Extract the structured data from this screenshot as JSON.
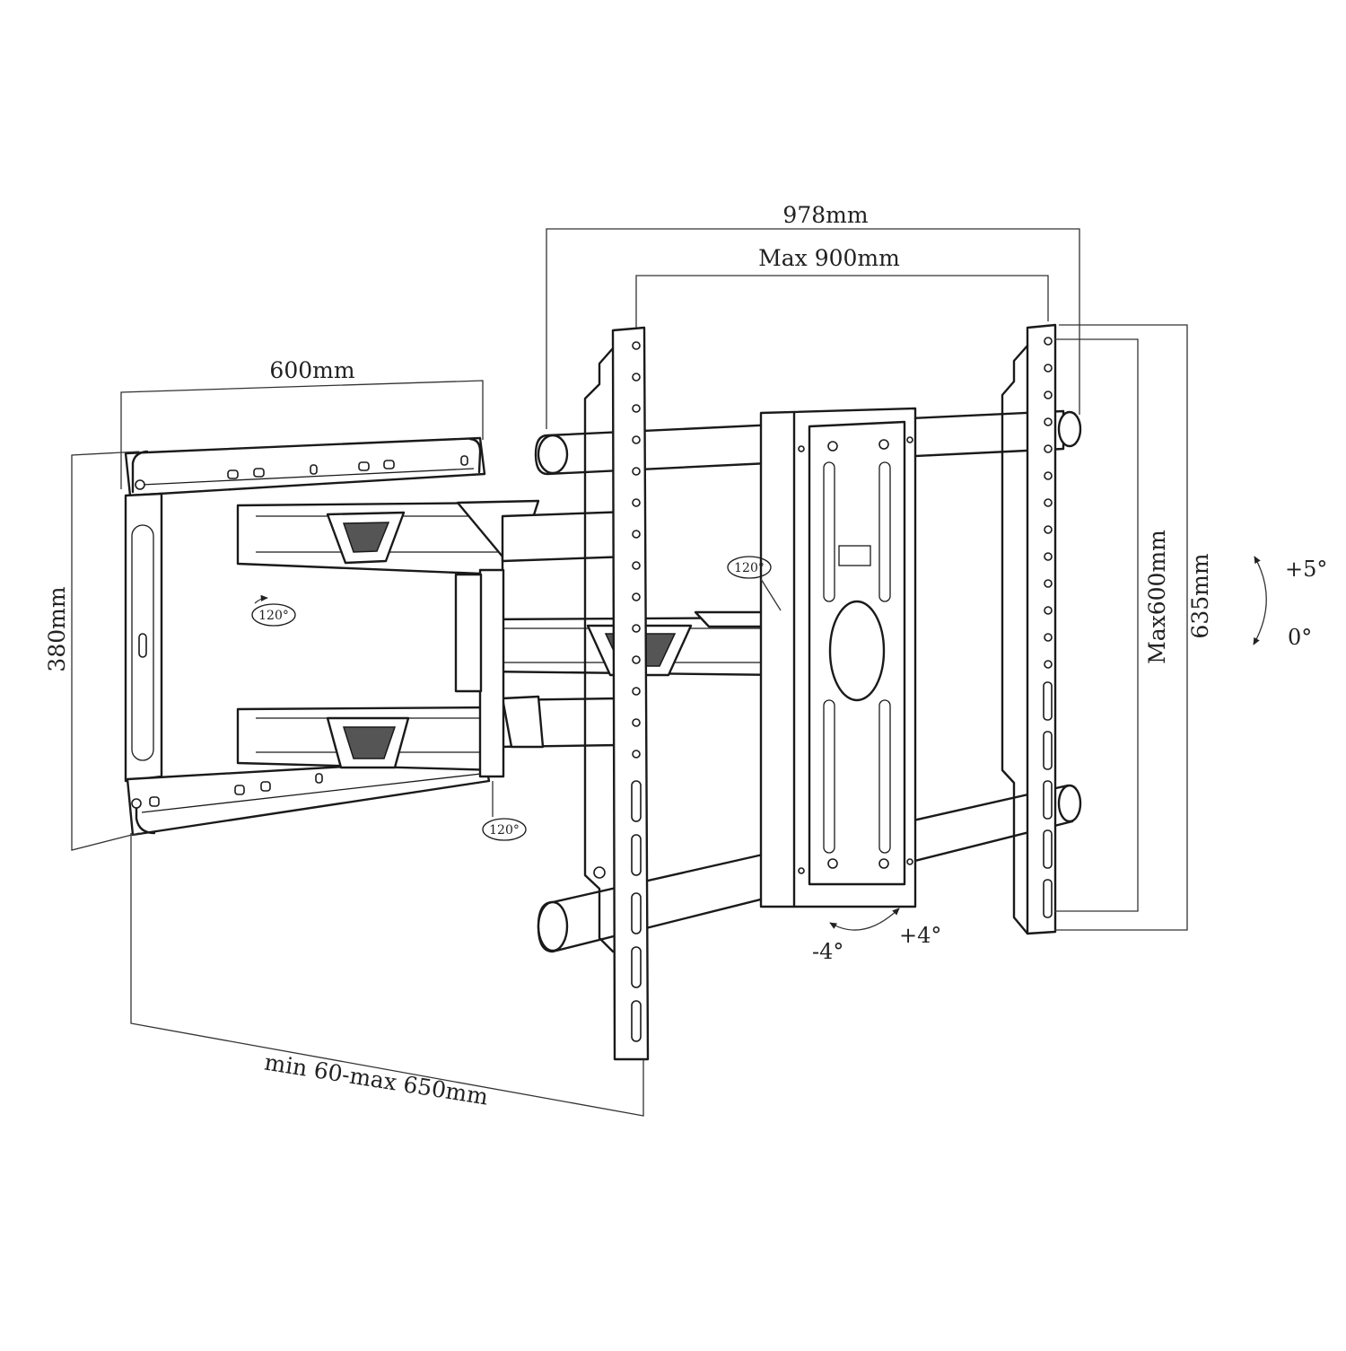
{
  "dimensions": {
    "overall_width": "978mm",
    "max_vesa_width": "Max 900mm",
    "wall_plate_width": "600mm",
    "wall_plate_height": "380mm",
    "extension": "min 60-max 650mm",
    "max_vesa_height": "Max600mm",
    "bracket_height": "635mm"
  },
  "swivel": {
    "upper_left": "120°",
    "upper_right": "120°",
    "lower": "120°"
  },
  "tilt": {
    "up": "+5°",
    "level": "0°"
  },
  "rotation": {
    "minus": "-4°",
    "plus": "+4°"
  }
}
